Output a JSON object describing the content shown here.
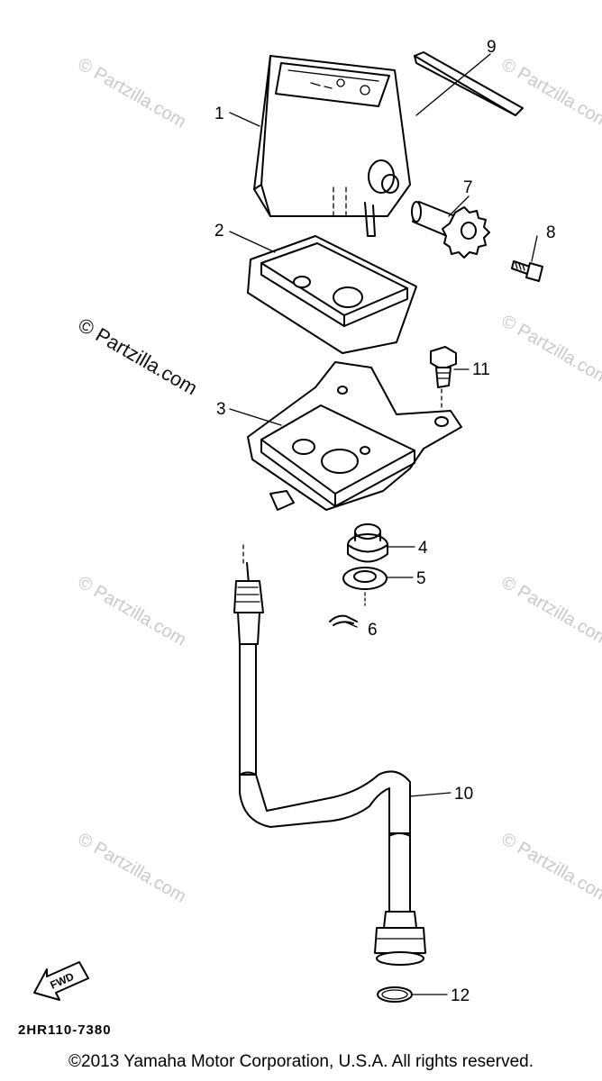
{
  "callouts": [
    "1",
    "2",
    "3",
    "4",
    "5",
    "6",
    "7",
    "8",
    "9",
    "10",
    "11",
    "12"
  ],
  "watermark": "© Partzilla.com",
  "fwd_label": "FWD",
  "diagram_code": "2HR110-7380",
  "copyright": "©2013 Yamaha Motor Corporation, U.S.A. All rights reserved."
}
